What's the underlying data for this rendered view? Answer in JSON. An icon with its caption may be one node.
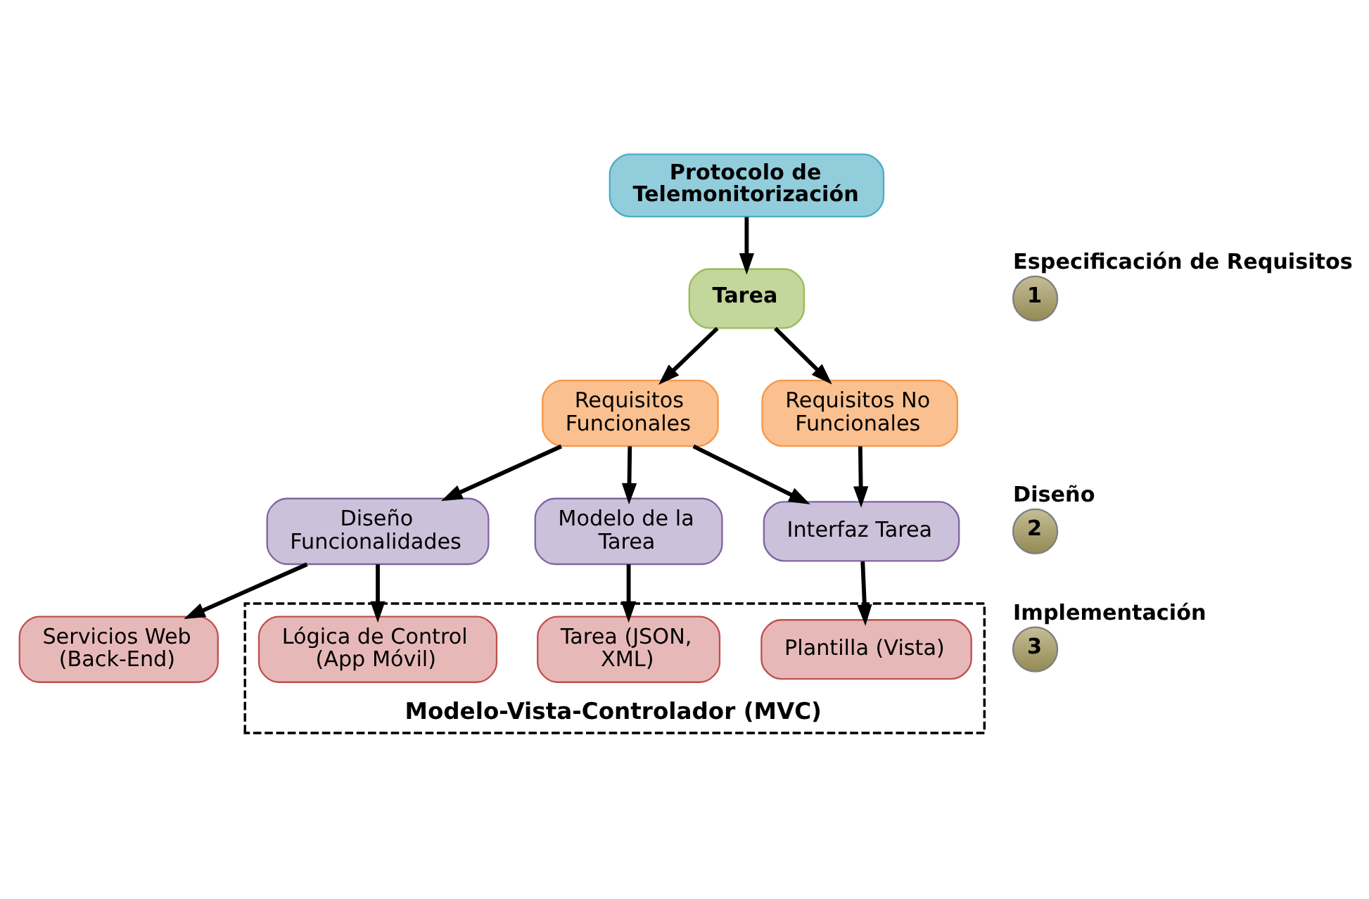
{
  "diagram": {
    "nodes": [
      {
        "text": [
          "Protocolo de Telemonitorización"
        ]
      },
      {
        "text": [
          "Tarea"
        ]
      },
      {
        "text": [
          "Requisitos Funcionales"
        ]
      },
      {
        "text": [
          "Requisitos No Funcionales"
        ]
      },
      {
        "text": [
          "Diseño Funcionalidades"
        ]
      },
      {
        "text": [
          "Modelo de la Tarea"
        ]
      },
      {
        "text": [
          "Interfaz Tarea"
        ]
      },
      {
        "text": [
          "Servicios Web (Back-End)"
        ]
      },
      {
        "text": [
          "Modelo-Vista-Controlador (MVC)"
        ]
      },
      {
        "text": [
          "Lógica de Control (App Móvil)"
        ],
        "in": 8
      },
      {
        "text": [
          "Tarea (JSON, XML)"
        ],
        "in": 8
      },
      {
        "text": [
          "Plantilla (Vista)"
        ],
        "in": 8
      },
      {
        "text": [
          "1"
        ],
        "beside": [
          "Especificación de Requisitos"
        ]
      },
      {
        "text": [
          "2"
        ],
        "beside": [
          "Diseño"
        ]
      },
      {
        "text": [
          "3"
        ],
        "beside": [
          "Implementación"
        ]
      }
    ],
    "edges": [
      {
        "from": 0,
        "to": 1,
        "arrow": "to"
      },
      {
        "from": 1,
        "to": 2,
        "arrow": "to"
      },
      {
        "from": 1,
        "to": 3,
        "arrow": "to"
      },
      {
        "from": 2,
        "to": 4,
        "arrow": "to"
      },
      {
        "from": 2,
        "to": 5,
        "arrow": "to"
      },
      {
        "from": 2,
        "to": 6,
        "arrow": "to"
      },
      {
        "from": 3,
        "to": 6,
        "arrow": "to"
      },
      {
        "from": 4,
        "to": 7,
        "arrow": "to"
      },
      {
        "from": 4,
        "to": 9,
        "arrow": "to"
      },
      {
        "from": 5,
        "to": 10,
        "arrow": "to"
      },
      {
        "from": 6,
        "to": 11,
        "arrow": "to"
      }
    ]
  }
}
